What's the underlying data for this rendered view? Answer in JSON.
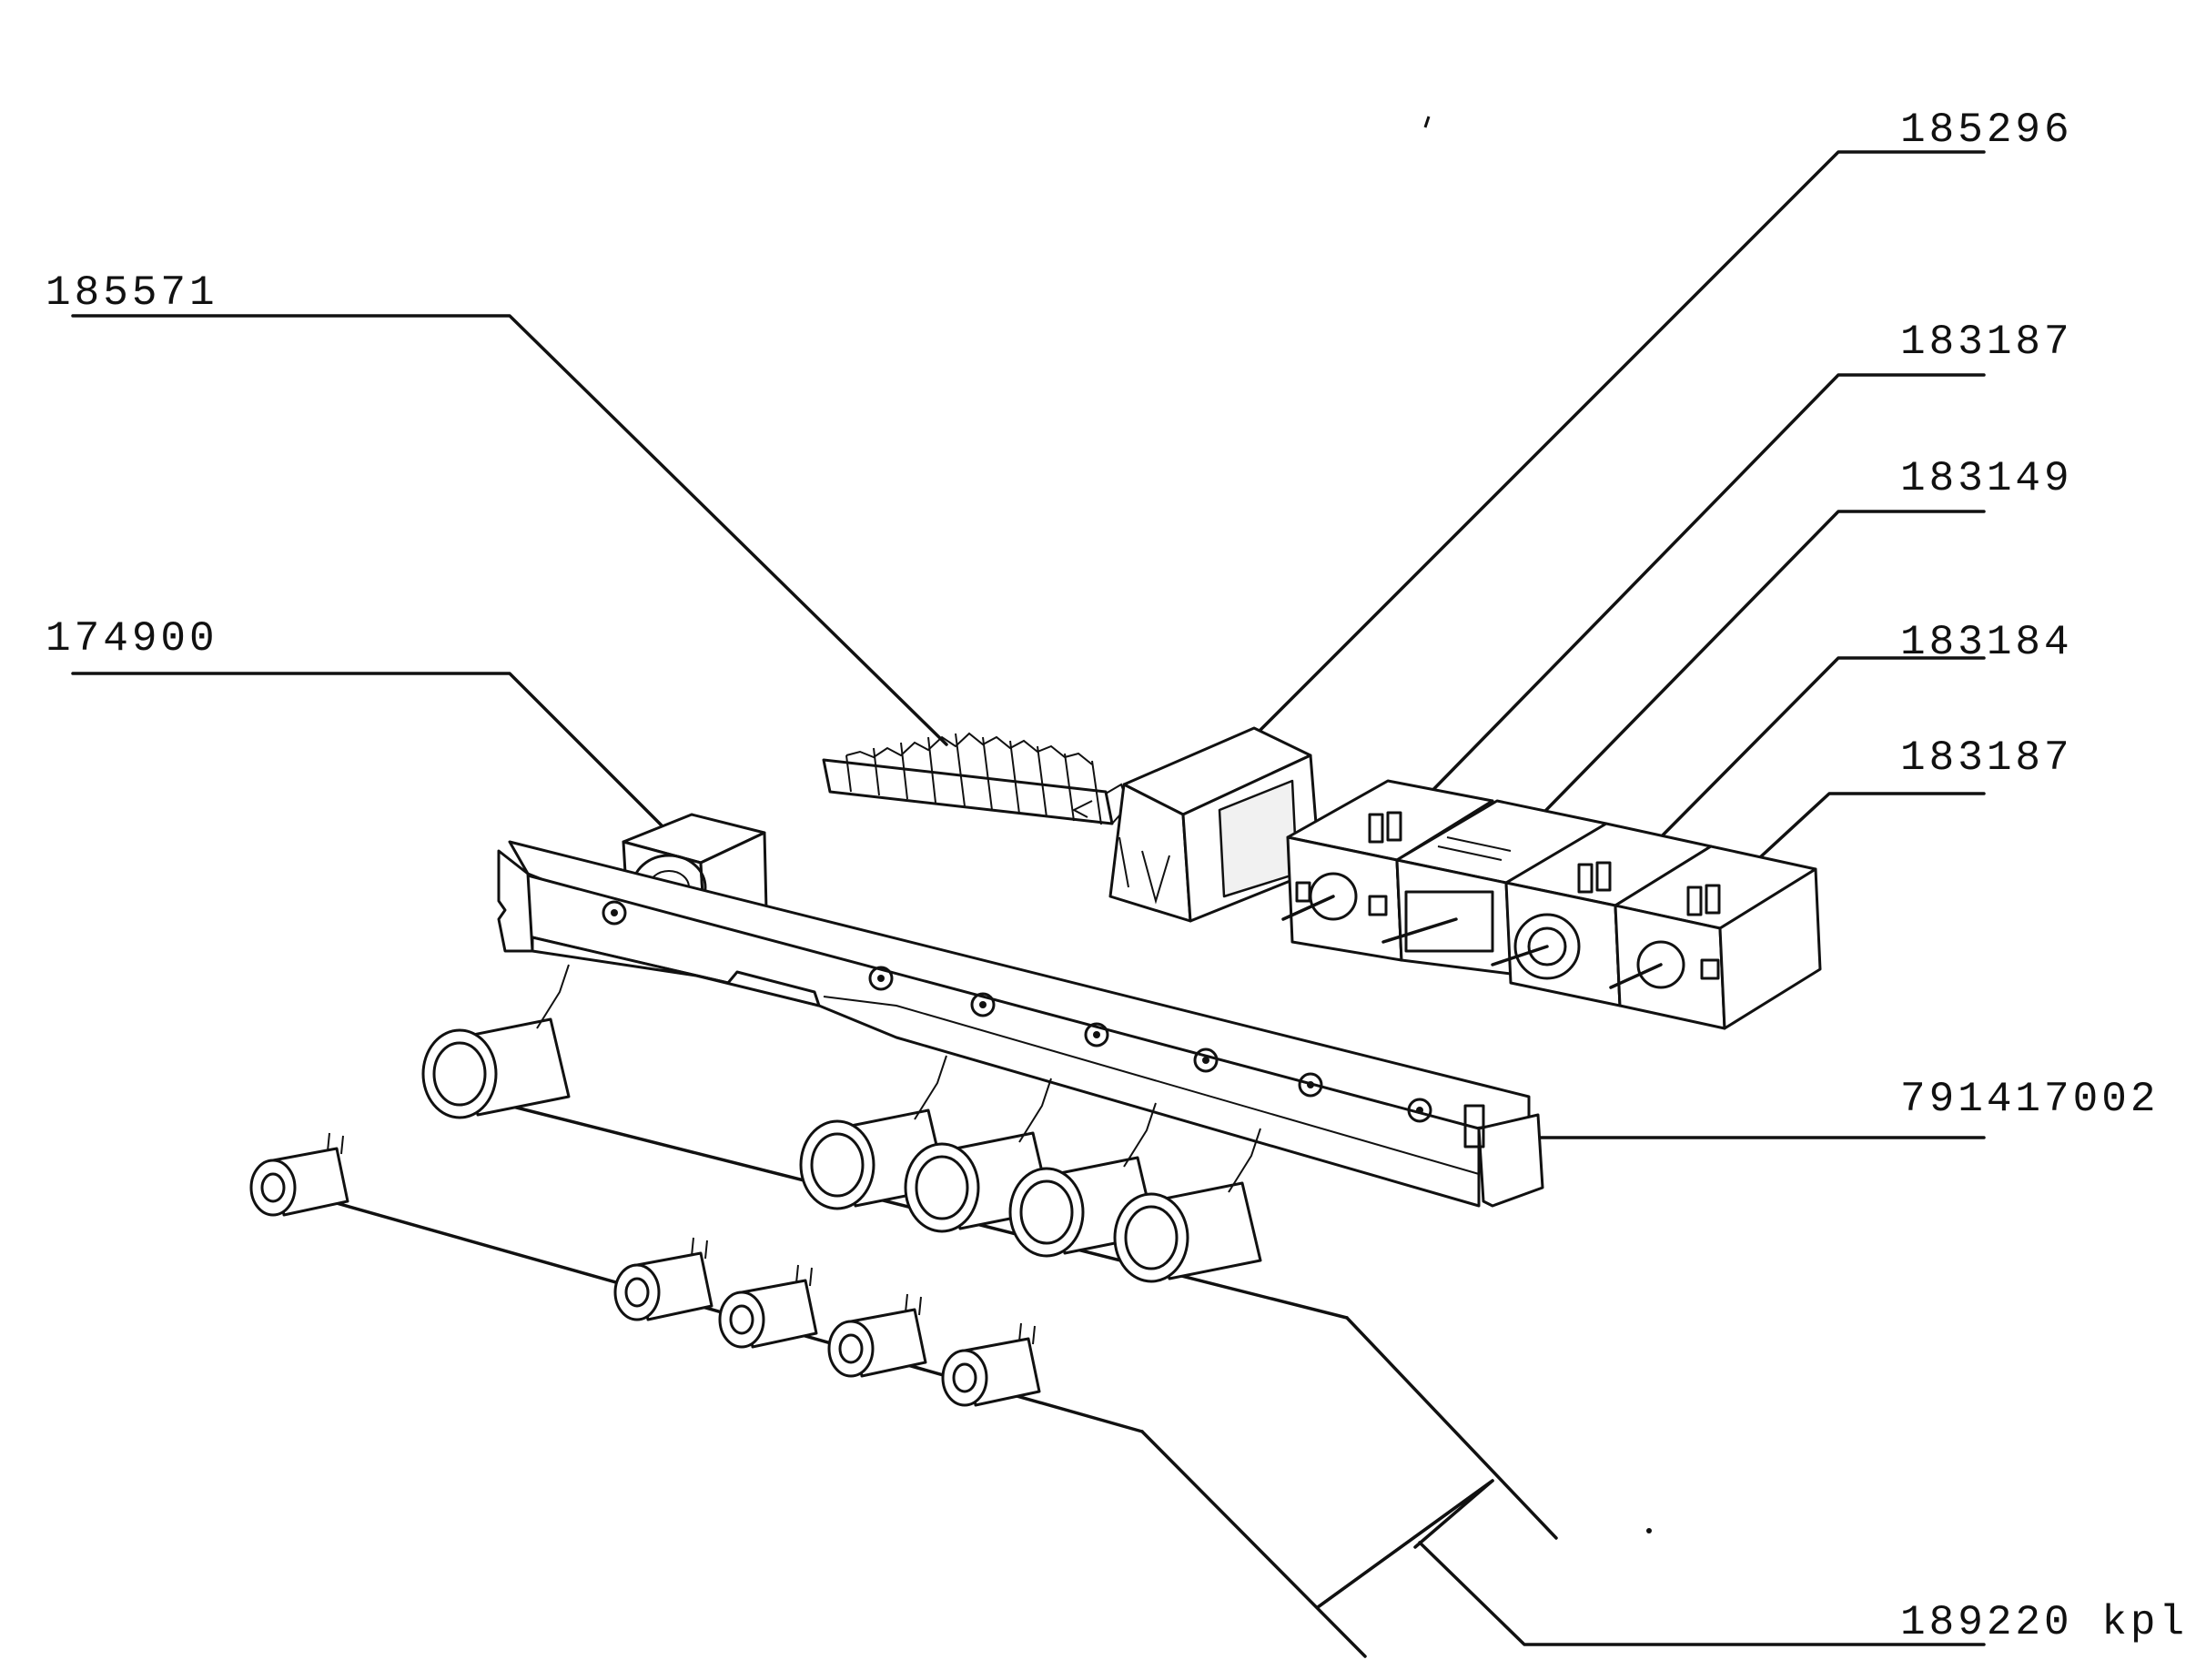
{
  "labels": {
    "top_right": "185296",
    "upper_left": "185571",
    "right_2": "183187",
    "right_3": "183149",
    "left_mid": "174900",
    "right_4": "183184",
    "right_5": "183187",
    "rail": "791417002",
    "bottom": "189220 kpl"
  }
}
